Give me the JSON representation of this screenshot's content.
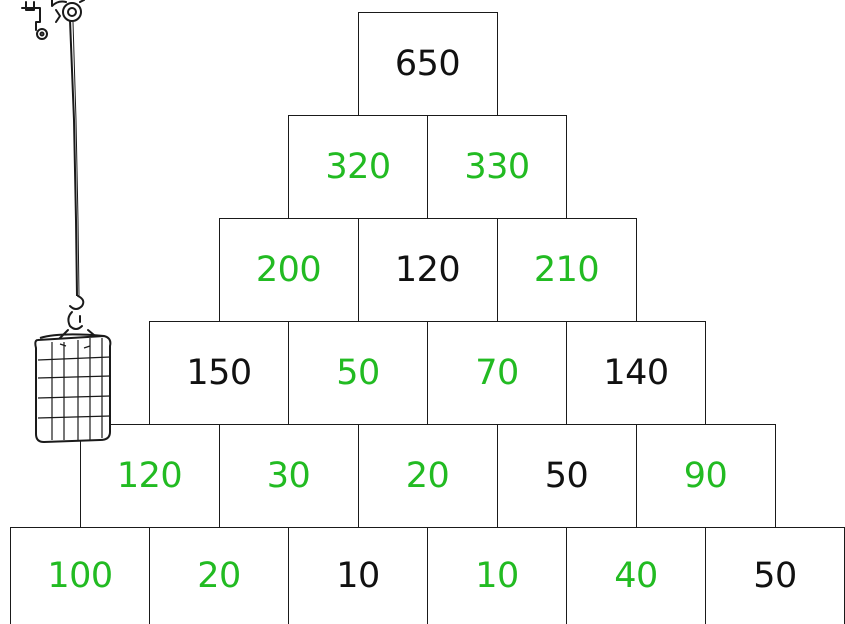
{
  "colors": {
    "given": "#111111",
    "filled": "#22bb22",
    "line": "#1a1a1a"
  },
  "icons": {
    "crane": "crane-hook-icon",
    "brick_block": "brick-block-icon"
  },
  "pyramid": {
    "rows": [
      {
        "cells": [
          {
            "value": "650",
            "state": "given"
          }
        ]
      },
      {
        "cells": [
          {
            "value": "320",
            "state": "filled"
          },
          {
            "value": "330",
            "state": "filled"
          }
        ]
      },
      {
        "cells": [
          {
            "value": "200",
            "state": "filled"
          },
          {
            "value": "120",
            "state": "given"
          },
          {
            "value": "210",
            "state": "filled"
          }
        ]
      },
      {
        "cells": [
          {
            "value": "150",
            "state": "given"
          },
          {
            "value": "50",
            "state": "filled"
          },
          {
            "value": "70",
            "state": "filled"
          },
          {
            "value": "140",
            "state": "given"
          }
        ]
      },
      {
        "cells": [
          {
            "value": "120",
            "state": "filled"
          },
          {
            "value": "30",
            "state": "filled"
          },
          {
            "value": "20",
            "state": "filled"
          },
          {
            "value": "50",
            "state": "given"
          },
          {
            "value": "90",
            "state": "filled"
          }
        ]
      },
      {
        "cells": [
          {
            "value": "100",
            "state": "filled"
          },
          {
            "value": "20",
            "state": "filled"
          },
          {
            "value": "10",
            "state": "given"
          },
          {
            "value": "10",
            "state": "filled"
          },
          {
            "value": "40",
            "state": "filled"
          },
          {
            "value": "50",
            "state": "given"
          }
        ]
      }
    ]
  }
}
